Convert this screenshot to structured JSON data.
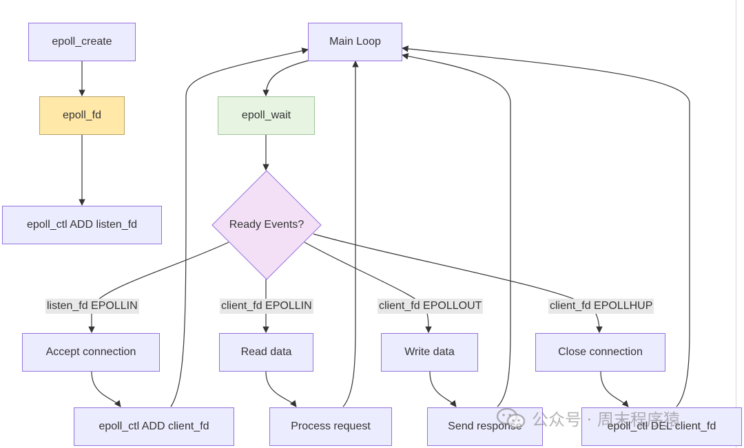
{
  "nodes": {
    "epoll_create": "epoll_create",
    "epoll_fd": "epoll_fd",
    "epoll_ctl_add_listen": "epoll_ctl ADD listen_fd",
    "main_loop": "Main Loop",
    "epoll_wait": "epoll_wait",
    "ready_events": "Ready Events?",
    "accept_connection": "Accept connection",
    "read_data": "Read data",
    "write_data": "Write data",
    "close_connection": "Close connection",
    "epoll_ctl_add_client": "epoll_ctl ADD client_fd",
    "process_request": "Process request",
    "send_response": "Send response",
    "epoll_ctl_del_client": "epoll_ctl DEL client_fd"
  },
  "edge_labels": {
    "listen_epollin": "listen_fd EPOLLIN",
    "client_epollin": "client_fd EPOLLIN",
    "client_epollout": "client_fd EPOLLOUT",
    "client_epollhup": "client_fd EPOLLHUP"
  },
  "colors": {
    "default_fill": "#ECECFF",
    "default_stroke": "#9370DB",
    "epoll_fd_fill": "#FFE8A8",
    "epoll_wait_fill": "#E6F4E1",
    "decision_fill": "#F3E0F7",
    "edge_color": "#333333",
    "edge_label_bg": "#E8E8E8"
  },
  "watermark": {
    "text": "公众号 · 周末程序猿",
    "icon": "wechat-icon"
  }
}
